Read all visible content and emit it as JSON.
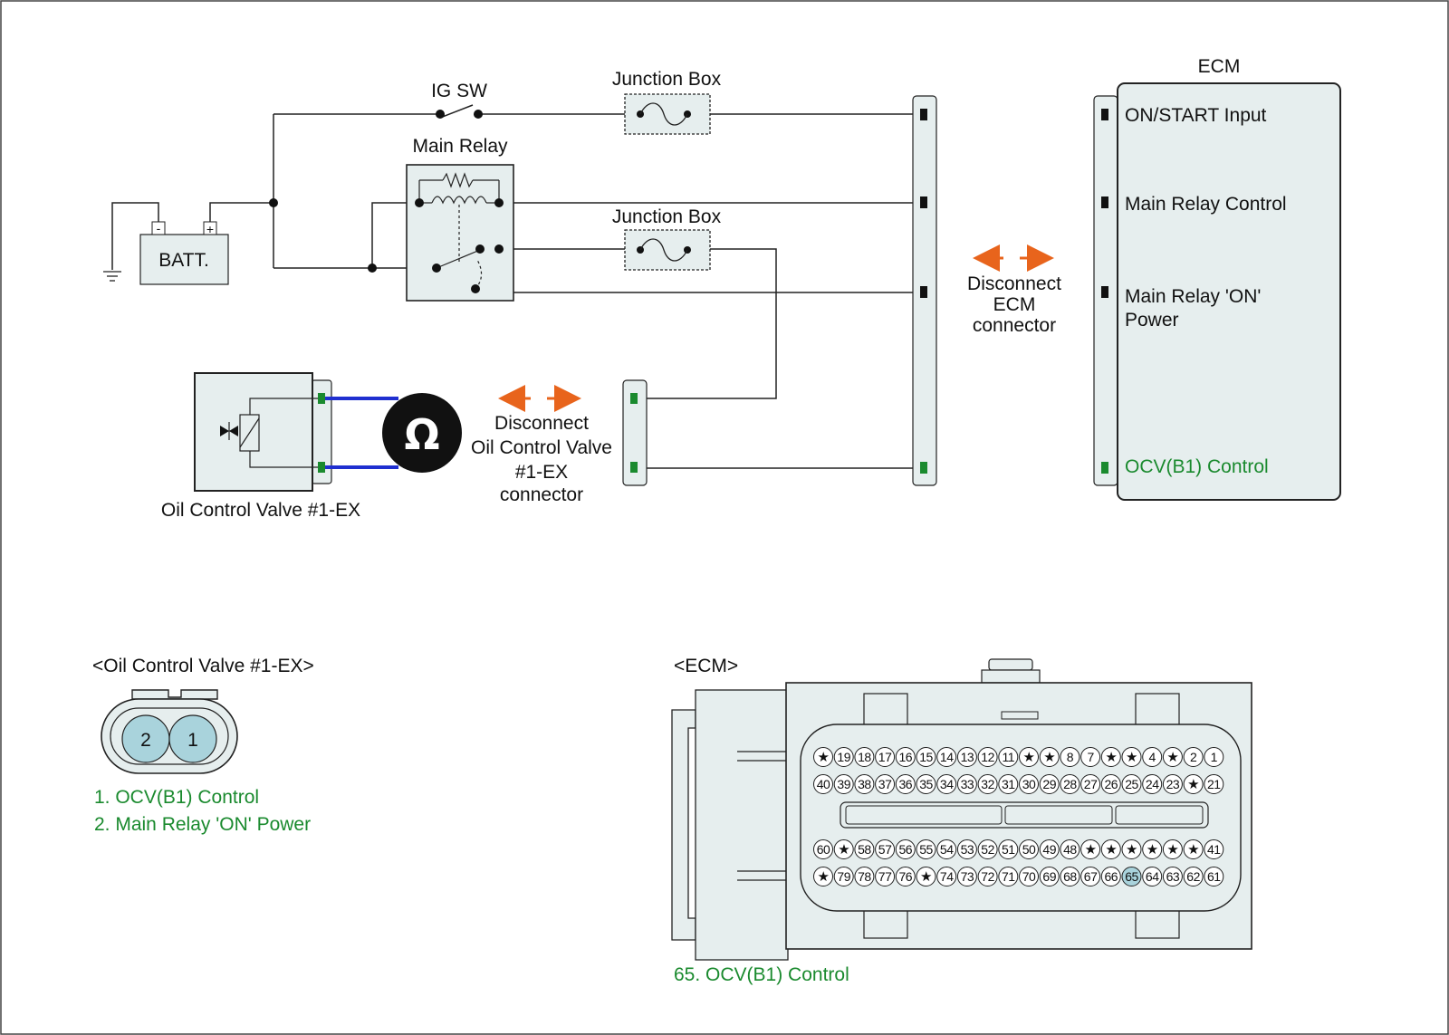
{
  "labels": {
    "ig_sw": "IG SW",
    "junction_box_1": "Junction Box",
    "junction_box_2": "Junction Box",
    "main_relay": "Main Relay",
    "battery": "BATT.",
    "battery_minus": "-",
    "battery_plus": "+",
    "ecm": "ECM",
    "ecm_disconnect": [
      "Disconnect",
      "ECM",
      "connector"
    ],
    "ocv_disconnect": [
      "Disconnect",
      "Oil Control Valve",
      "#1-EX",
      "connector"
    ],
    "ocv_caption": "Oil Control Valve #1-EX",
    "ohm_symbol": "Ω"
  },
  "ecm_pins": {
    "on_start": "ON/START Input",
    "main_relay_control": "Main Relay Control",
    "main_relay_on_power": [
      "Main Relay 'ON'",
      "Power"
    ],
    "ocv_control": "OCV(B1) Control"
  },
  "ocv_connector": {
    "title": "<Oil Control Valve #1-EX>",
    "pins": [
      "2",
      "1"
    ],
    "legend": [
      "1. OCV(B1) Control",
      "2. Main Relay 'ON' Power"
    ]
  },
  "ecm_connector": {
    "title": "<ECM>",
    "rows": [
      [
        "★",
        "19",
        "18",
        "17",
        "16",
        "15",
        "14",
        "13",
        "12",
        "11",
        "★",
        "★",
        "8",
        "7",
        "★",
        "★",
        "4",
        "★",
        "2",
        "1"
      ],
      [
        "40",
        "39",
        "38",
        "37",
        "36",
        "35",
        "34",
        "33",
        "32",
        "31",
        "30",
        "29",
        "28",
        "27",
        "26",
        "25",
        "24",
        "23",
        "★",
        "21"
      ],
      [
        "60",
        "★",
        "58",
        "57",
        "56",
        "55",
        "54",
        "53",
        "52",
        "51",
        "50",
        "49",
        "48",
        "★",
        "★",
        "★",
        "★",
        "★",
        "★",
        "41"
      ],
      [
        "★",
        "79",
        "78",
        "77",
        "76",
        "★",
        "74",
        "73",
        "72",
        "71",
        "70",
        "69",
        "68",
        "67",
        "66",
        "65",
        "64",
        "63",
        "62",
        "61"
      ]
    ],
    "highlight_pin": "65",
    "legend": "65. OCV(B1) Control"
  },
  "colors": {
    "accent_green": "#1a8a2e",
    "arrow_orange": "#e8641c",
    "probe_blue": "#1f2fd0",
    "panel_fill": "#e6eeee",
    "pin_highlight": "#a9d3dc"
  }
}
